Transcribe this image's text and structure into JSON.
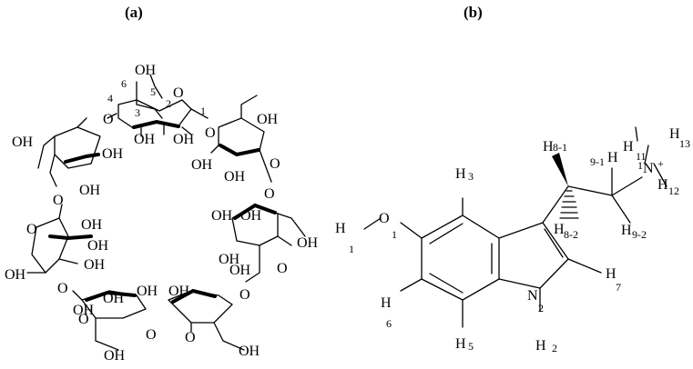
{
  "figure": {
    "panel_a_label": "(a)",
    "panel_b_label": "(b)"
  },
  "cyclodextrin": {
    "oh": "OH",
    "ring_numbers": [
      "1",
      "2",
      "3",
      "4",
      "5",
      "6"
    ]
  },
  "serotonin": {
    "atoms": {
      "o": "O",
      "n": "N",
      "h": "H",
      "plus": "+"
    },
    "subscripts": {
      "o1": "1",
      "h1": "1",
      "h2": "2",
      "h3": "3",
      "h5": "5",
      "h6": "6",
      "h7": "7",
      "n2": "2",
      "n1": "1",
      "h8_1": "8-1",
      "h8_2": "8-2",
      "h9_1": "9-1",
      "h9_2": "9-2",
      "h11": "11",
      "h12": "12",
      "h13": "13"
    }
  }
}
